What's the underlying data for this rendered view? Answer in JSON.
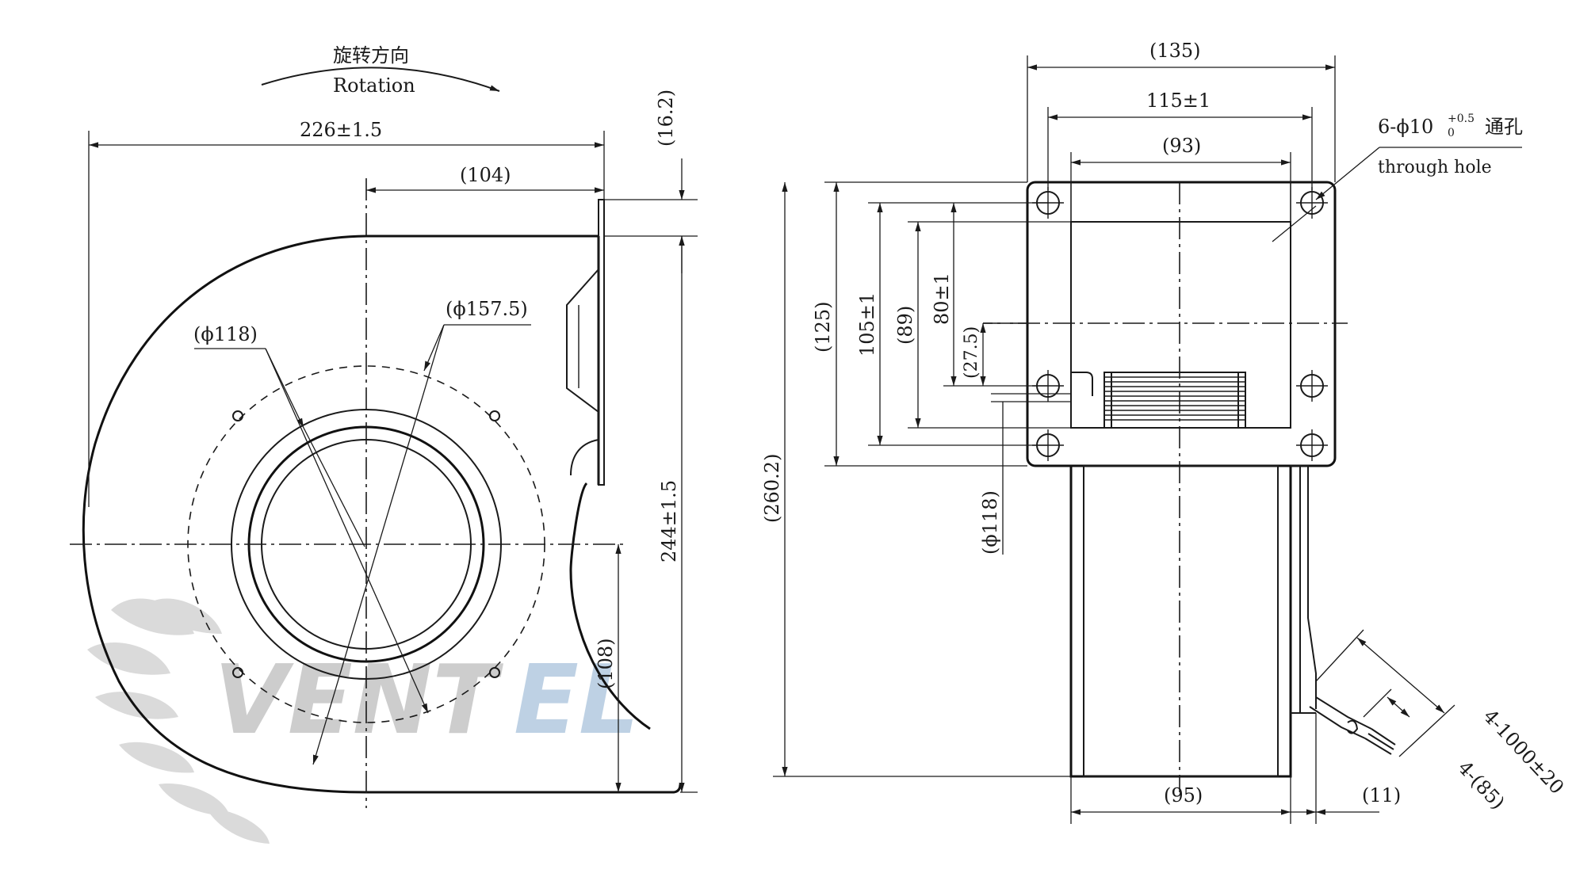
{
  "watermark": {
    "brand": "VENTEL",
    "letters_gray": "VENT",
    "letters_blue": "EL",
    "gray": "#c8c8c8",
    "blue": "#b7cde2"
  },
  "side_view": {
    "rotation_cn": "旋转方向",
    "rotation_en": "Rotation",
    "dim_total_width": "226±1.5",
    "dim_outlet_offset": "(104)",
    "dim_flange": "(16.2)",
    "dim_total_height": "244±1.5",
    "dim_center_to_bottom": "(108)",
    "dim_inlet_dia": "(ϕ118)",
    "dim_bolt_circle": "(ϕ157.5)"
  },
  "front_view": {
    "dim_flange_width": "(135)",
    "dim_hole_spacing_h": "115±1",
    "dim_outlet_width": "(93)",
    "hole_note_prefix": "6-ϕ10",
    "hole_tol_upper": "+0.5",
    "hole_tol_lower": "0",
    "hole_note_cn": "通孔",
    "hole_note_en": "through hole",
    "dim_flange_height": "(125)",
    "dim_hole_spacing_v": "105±1",
    "dim_outlet_height": "(89)",
    "dim_upper_holes": "80±1",
    "dim_small": "(27.5)",
    "dim_total_height": "(260.2)",
    "dim_inlet_dia": "(ϕ118)",
    "dim_body_width": "(95)",
    "dim_motor_offset": "(11)",
    "dim_lead_length": "4-1000±20",
    "dim_strip_length": "4-(85)"
  }
}
